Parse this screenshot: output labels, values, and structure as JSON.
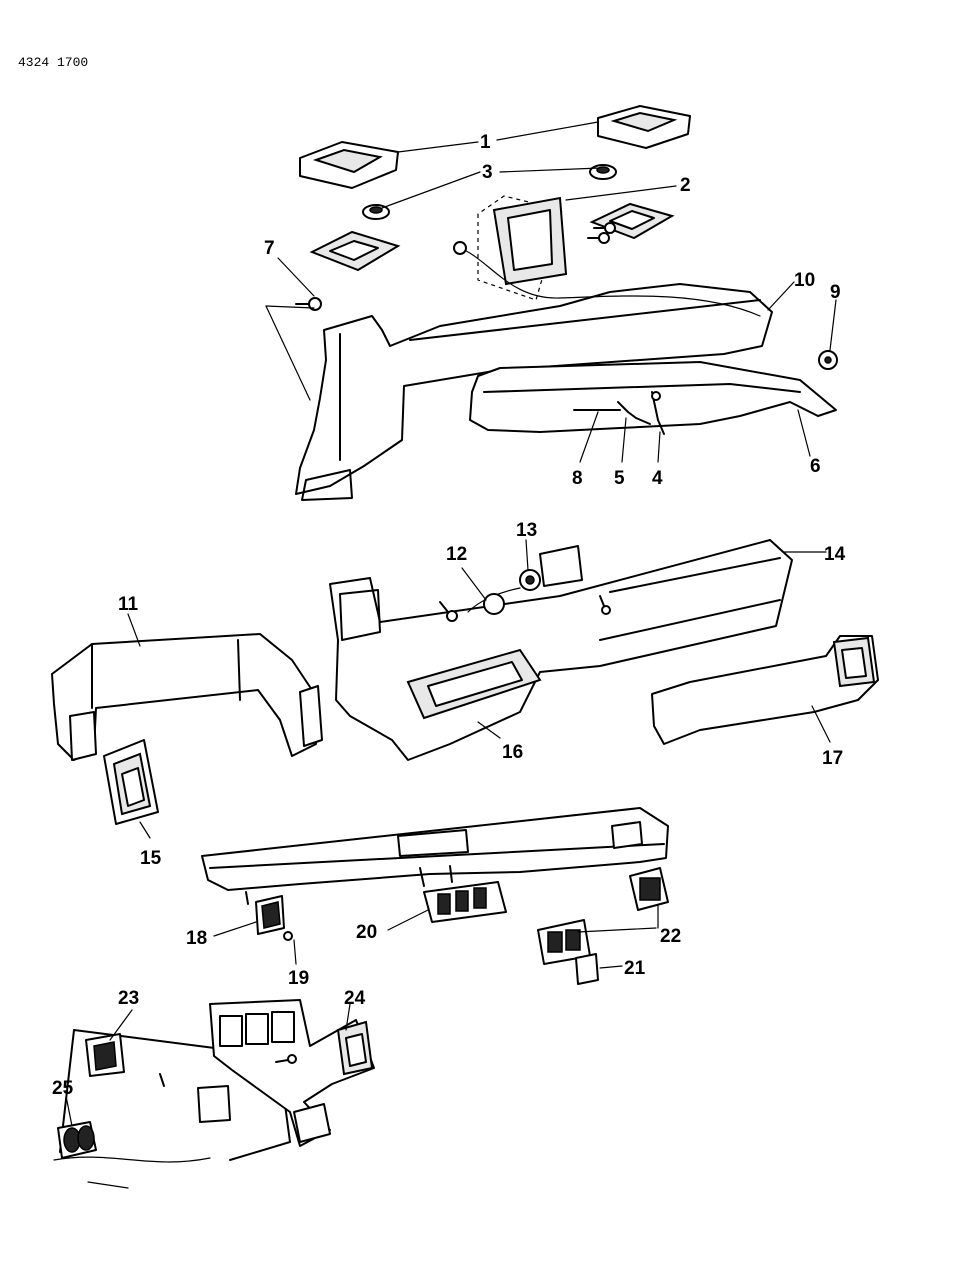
{
  "document_id": "4324 1700",
  "callouts": [
    "1",
    "2",
    "3",
    "4",
    "5",
    "6",
    "7",
    "8",
    "9",
    "10",
    "11",
    "12",
    "13",
    "14",
    "15",
    "16",
    "17",
    "18",
    "19",
    "20",
    "21",
    "22",
    "23",
    "24",
    "25"
  ]
}
